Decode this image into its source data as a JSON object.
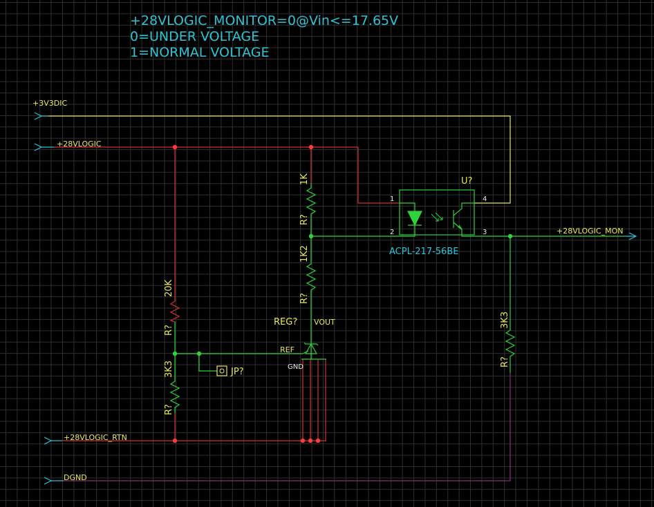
{
  "colors": {
    "background": "#000000",
    "grid": "#2f2f2f",
    "wire_red": "#d62f2f",
    "wire_green": "#2fd23a",
    "wire_yellow": "#e8e85a",
    "wire_purple": "#8a2f7a",
    "port": "#2ec4d6",
    "junction": "#ff3a3a",
    "text_note": "#2ec4d6",
    "text_label": "#e8e85a"
  },
  "notes": [
    "+28VLOGIC_MONITOR=0@Vin<=17.65V",
    "0=UNDER VOLTAGE",
    "1=NORMAL VOLTAGE"
  ],
  "ports": {
    "p3v3": "+3V3DIC",
    "p28": "+28VLOGIC",
    "p28rtn": "+28VLOGIC_RTN",
    "dgnd": "DGND",
    "mon": "+28VLOGIC_MON"
  },
  "resistors": {
    "r1": {
      "value": "1K",
      "ref": "R?"
    },
    "r2": {
      "value": "1K2",
      "ref": "R?"
    },
    "r3": {
      "value": "20K",
      "ref": "R?"
    },
    "r4": {
      "value": "3K3",
      "ref": "R?"
    },
    "r5": {
      "value": "3K3",
      "ref": "R?"
    }
  },
  "optocoupler": {
    "ref": "U?",
    "part": "ACPL-217-56BE",
    "pins": [
      "1",
      "2",
      "3",
      "4"
    ]
  },
  "regulator": {
    "ref": "REG?",
    "vout": "VOUT",
    "ref_pin": "REF",
    "gnd_pin": "GND"
  },
  "jumper": {
    "ref": "JP?"
  }
}
